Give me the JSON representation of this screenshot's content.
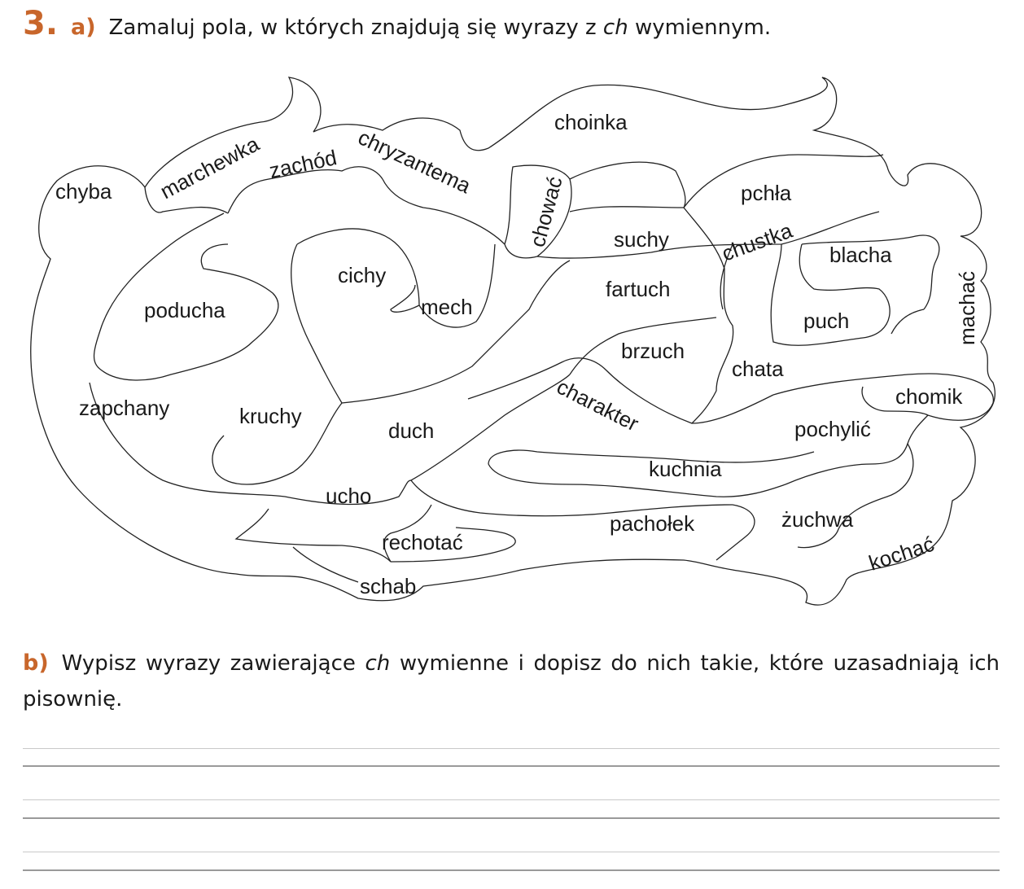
{
  "exercise": {
    "number": "3",
    "part_a_label": "a)",
    "part_a_text_1": "Zamaluj pola, w których znajdują się wyrazy z",
    "part_a_italic": "ch",
    "part_a_text_2": "wymiennym.",
    "part_b_label": "b)",
    "part_b_text_1": "Wypisz wyrazy zawierające",
    "part_b_italic": "ch",
    "part_b_text_2": "wymienne i dopisz do nich takie, które uzasadniają ich pisownię."
  },
  "puzzle_words": [
    "chyba",
    "marchewka",
    "zachód",
    "chryzantema",
    "choinka",
    "chować",
    "pchła",
    "suchy",
    "chustka",
    "blacha",
    "machać",
    "cichy",
    "mech",
    "fartuch",
    "puch",
    "poducha",
    "brzuch",
    "chata",
    "zapchany",
    "kruchy",
    "charakter",
    "chomik",
    "duch",
    "pochylić",
    "kuchnia",
    "ucho",
    "pachołek",
    "żuchwa",
    "rechotać",
    "kochać",
    "schab"
  ],
  "colors": {
    "accent": "#c8662b",
    "ink": "#1a1a1a",
    "rule": "#c9c9c9"
  }
}
